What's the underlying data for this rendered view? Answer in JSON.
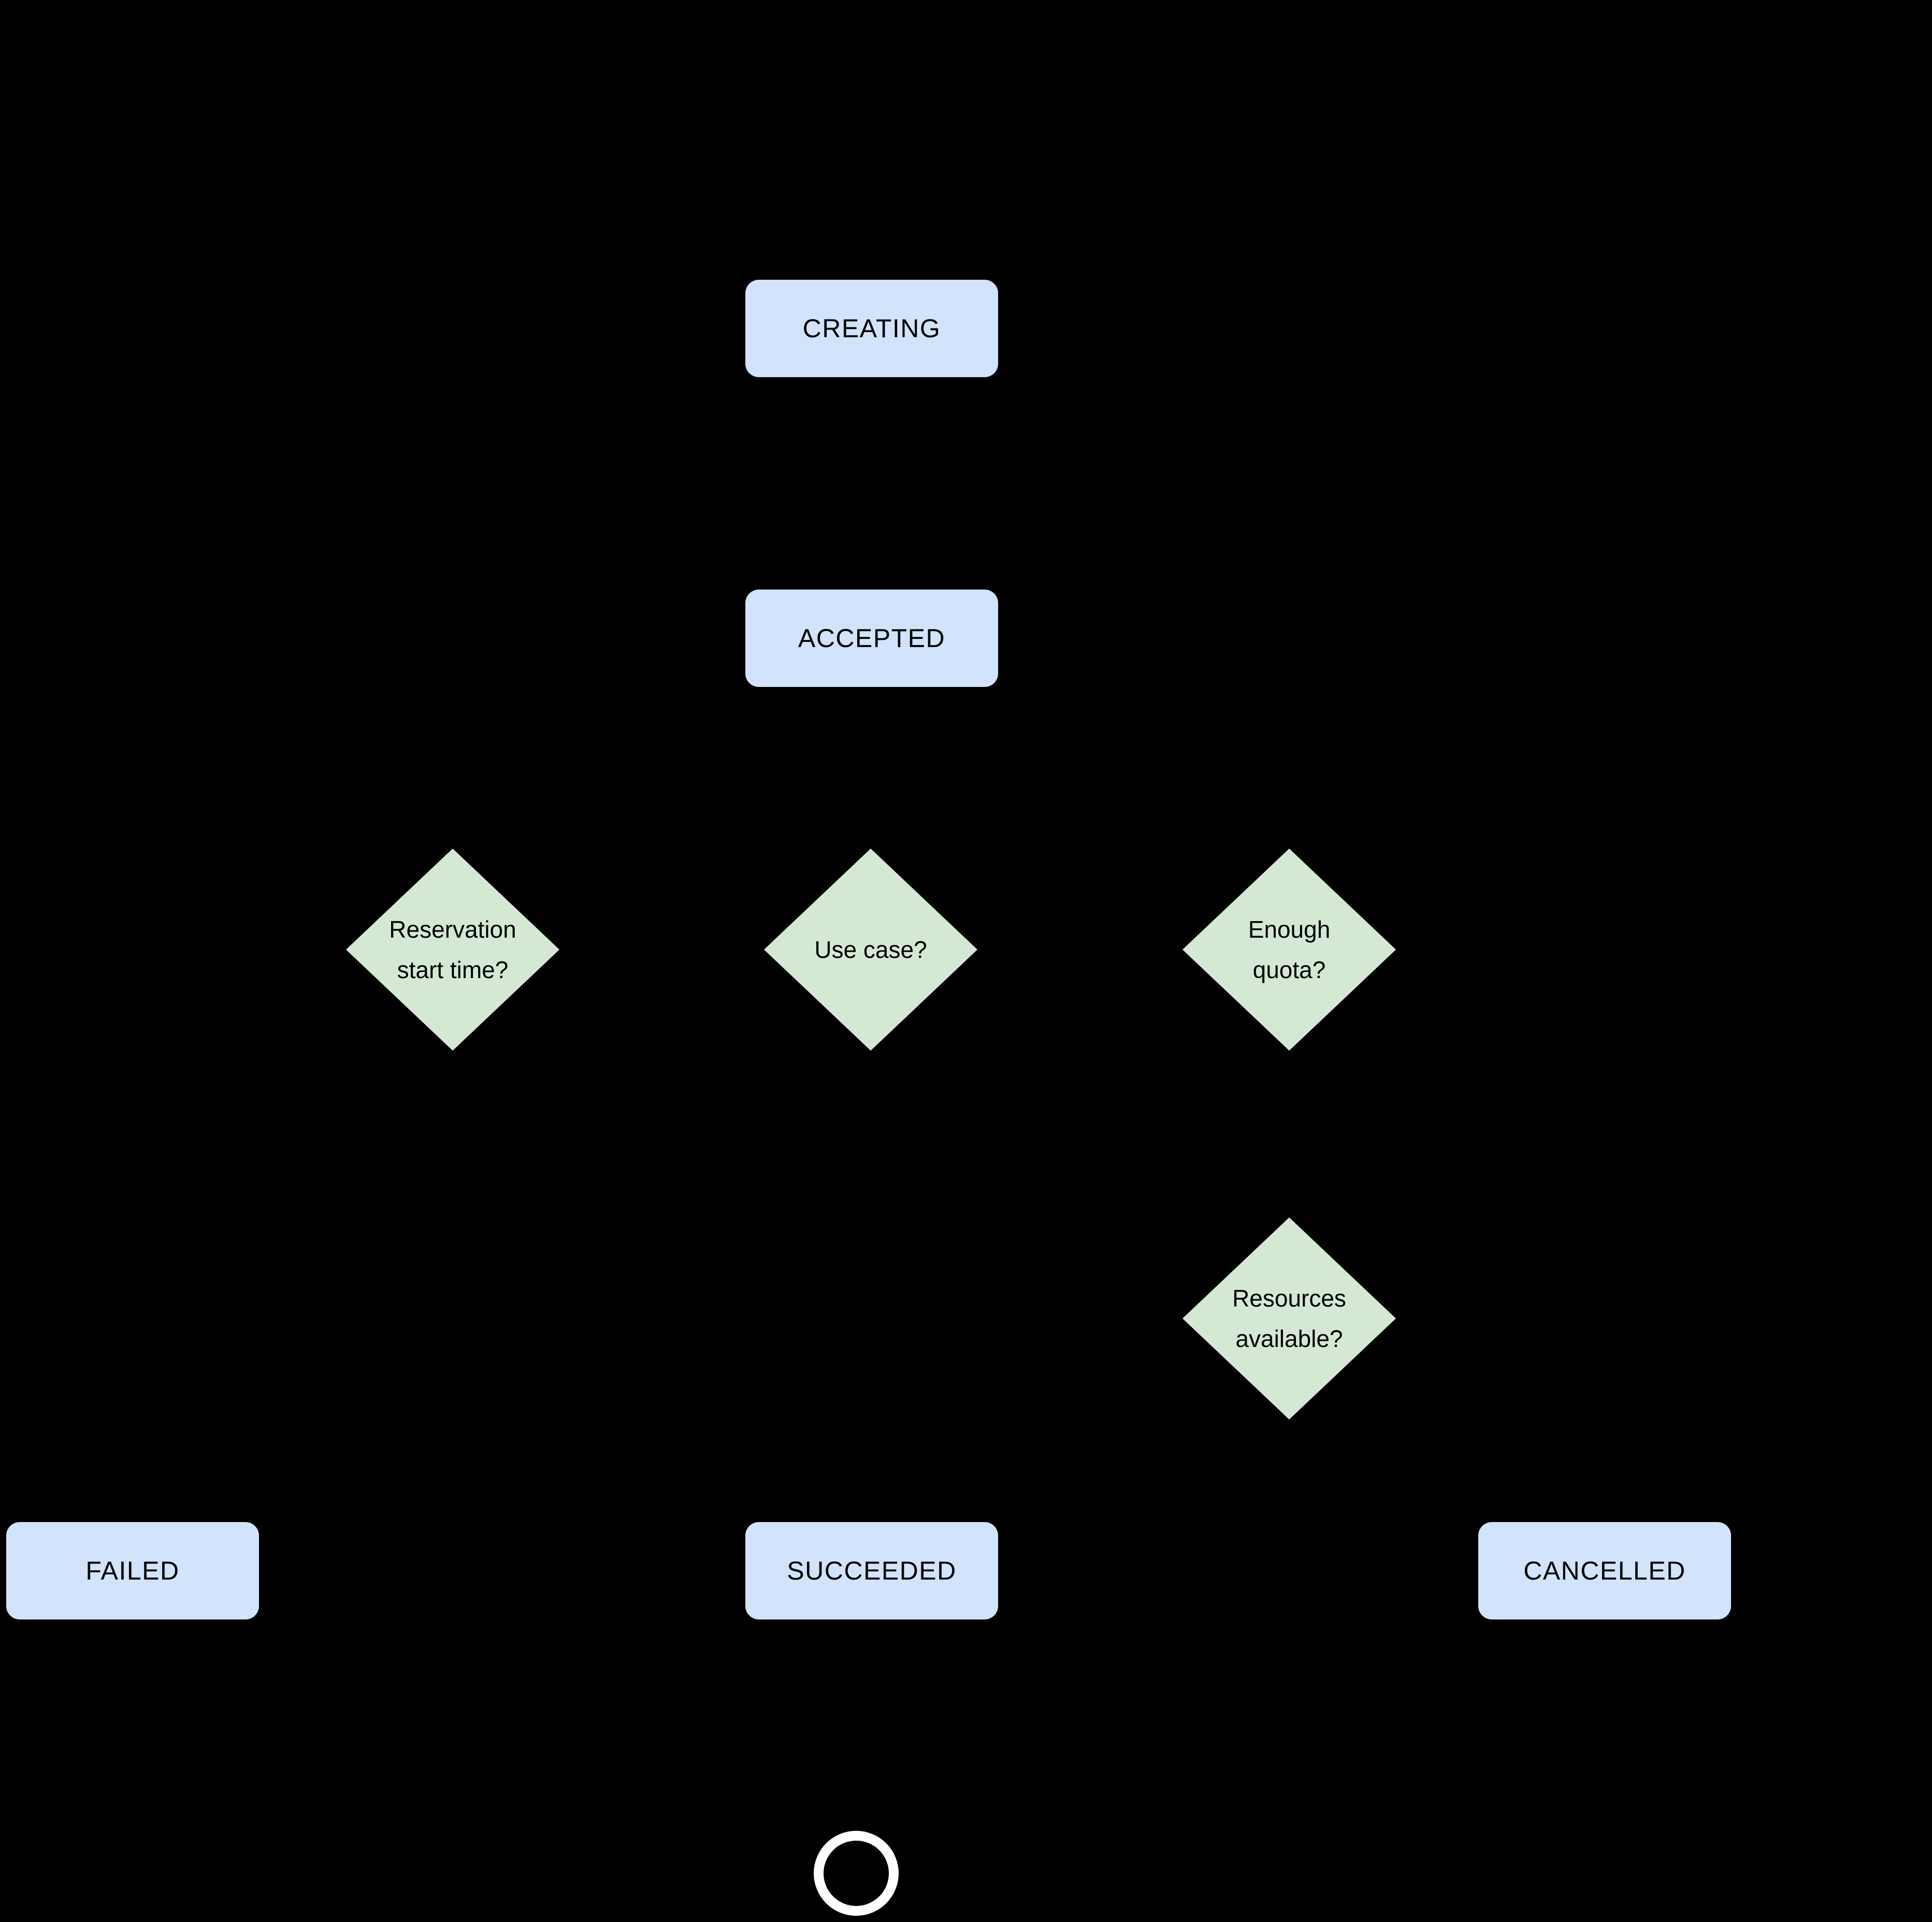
{
  "diagram": {
    "background_color": "#000000",
    "colors": {
      "state_fill": "#d2e3fc",
      "decision_fill": "#d5e8d4",
      "text": "#000000",
      "end_ring": "#ffffff"
    },
    "state_nodes": [
      {
        "id": "creating",
        "label": "CREATING"
      },
      {
        "id": "accepted",
        "label": "ACCEPTED"
      },
      {
        "id": "failed",
        "label": "FAILED"
      },
      {
        "id": "succeeded",
        "label": "SUCCEEDED"
      },
      {
        "id": "cancelled",
        "label": "CANCELLED"
      }
    ],
    "decision_nodes": [
      {
        "id": "reservation-start-time",
        "lines": [
          "Reservation",
          "start time?"
        ]
      },
      {
        "id": "use-case",
        "lines": [
          "Use case?"
        ]
      },
      {
        "id": "enough-quota",
        "lines": [
          "Enough",
          "quota?"
        ]
      },
      {
        "id": "resources-available",
        "lines": [
          "Resources",
          "available?"
        ]
      }
    ],
    "end_node": {
      "id": "end-state",
      "shape": "ring"
    }
  }
}
